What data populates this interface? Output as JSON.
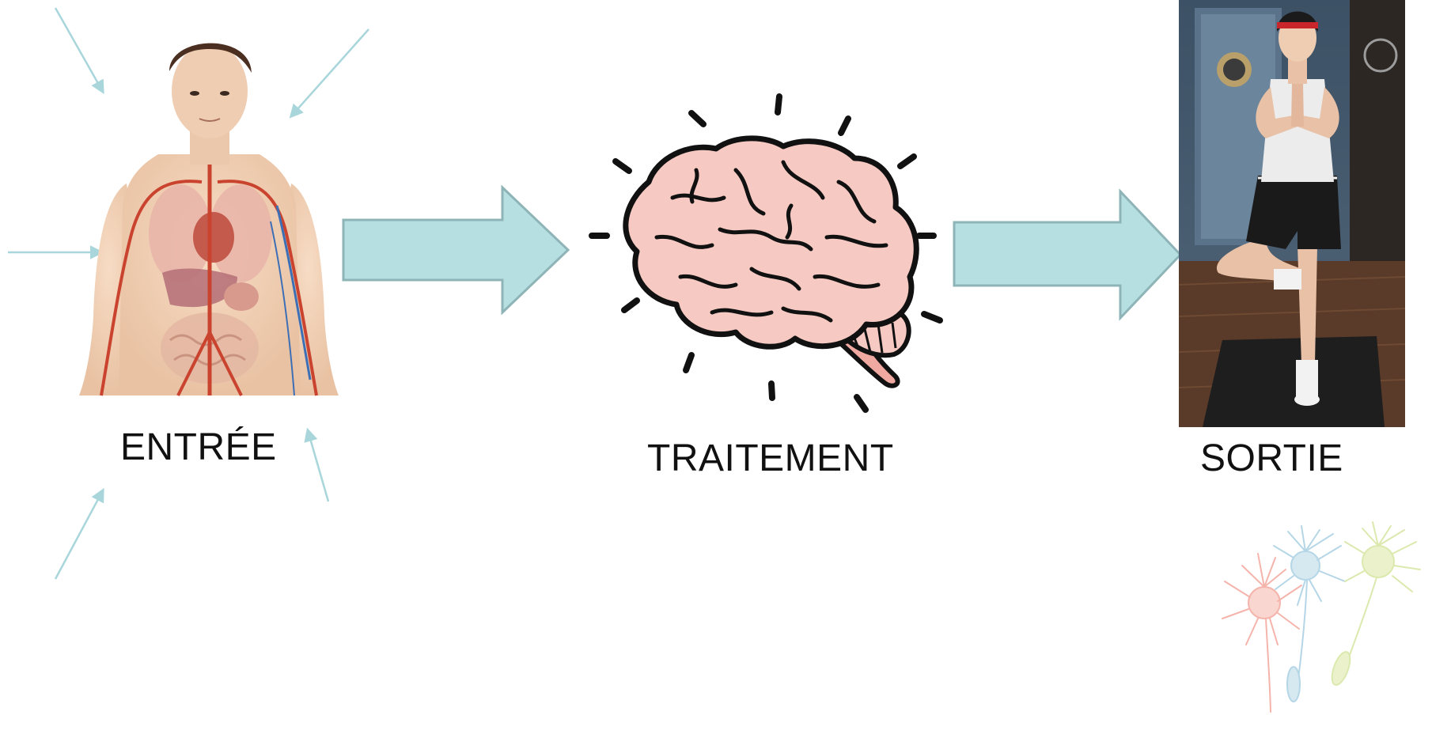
{
  "stages": [
    {
      "id": "input",
      "label": "ENTRÉE",
      "image": "human-anatomy-body"
    },
    {
      "id": "process",
      "label": "TRAITEMENT",
      "image": "brain-icon"
    },
    {
      "id": "output",
      "label": "SORTIE",
      "image": "yoga-tree-pose-photo"
    }
  ],
  "decoration": {
    "image": "neuron-cells-illustration"
  },
  "colors": {
    "arrow_fill": "#b6dfe1",
    "arrow_stroke": "#8fb4b8",
    "stimulus_arrow": "#a8d6db",
    "brain_fill": "#f6c9c2",
    "brain_stroke": "#111111",
    "skin": "#f2d2b8",
    "vessel_red": "#c9432f",
    "vessel_blue": "#3d6fb6"
  }
}
